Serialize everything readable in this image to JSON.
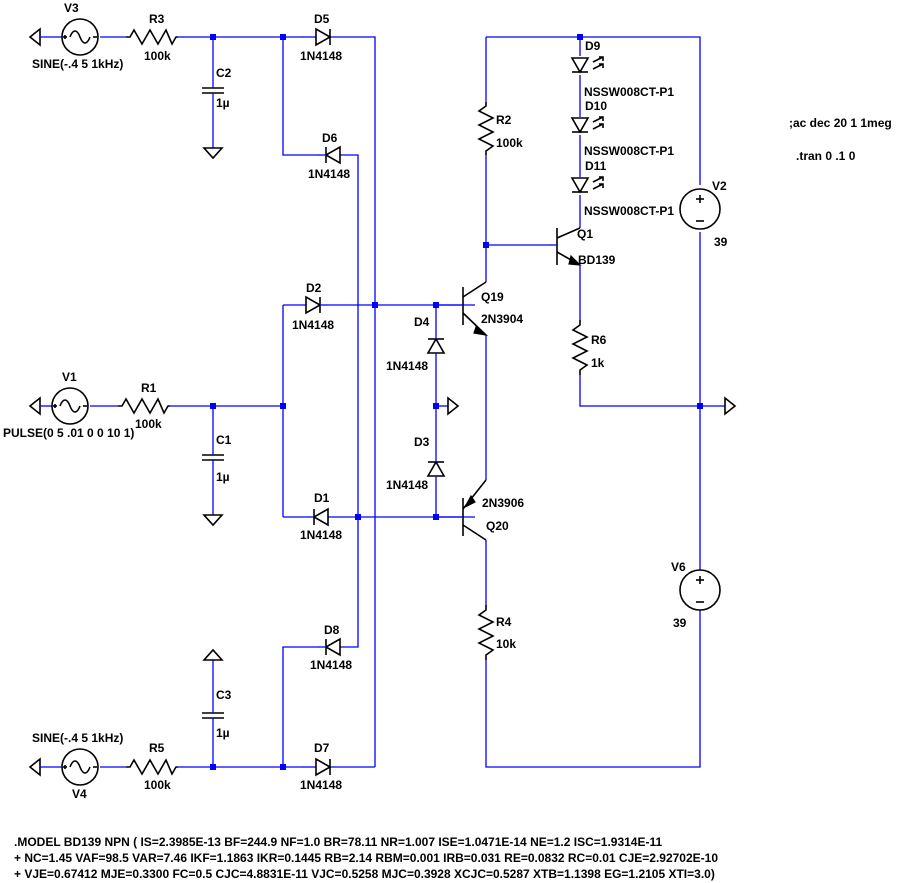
{
  "sources": {
    "v3": {
      "name": "V3",
      "value": "SINE(-.4 5 1kHz)"
    },
    "v1": {
      "name": "V1",
      "value": "PULSE(0 5 .01 0 0 10 1)"
    },
    "v4": {
      "name": "V4",
      "value": "SINE(-.4 5 1kHz)"
    },
    "v2": {
      "name": "V2",
      "value": "39"
    },
    "v6": {
      "name": "V6",
      "value": "39"
    }
  },
  "resistors": {
    "r3": {
      "name": "R3",
      "value": "100k"
    },
    "r1": {
      "name": "R1",
      "value": "100k"
    },
    "r5": {
      "name": "R5",
      "value": "100k"
    },
    "r2": {
      "name": "R2",
      "value": "100k"
    },
    "r6": {
      "name": "R6",
      "value": "1k"
    },
    "r4": {
      "name": "R4",
      "value": "10k"
    }
  },
  "capacitors": {
    "c2": {
      "name": "C2",
      "value": "1µ"
    },
    "c1": {
      "name": "C1",
      "value": "1µ"
    },
    "c3": {
      "name": "C3",
      "value": "1µ"
    }
  },
  "diodes": {
    "d5": {
      "name": "D5",
      "value": "1N4148"
    },
    "d6": {
      "name": "D6",
      "value": "1N4148"
    },
    "d2": {
      "name": "D2",
      "value": "1N4148"
    },
    "d1": {
      "name": "D1",
      "value": "1N4148"
    },
    "d8": {
      "name": "D8",
      "value": "1N4148"
    },
    "d7": {
      "name": "D7",
      "value": "1N4148"
    },
    "d4": {
      "name": "D4",
      "value": "1N4148"
    },
    "d3": {
      "name": "D3",
      "value": "1N4148"
    }
  },
  "leds": {
    "d9": {
      "name": "D9",
      "value": "NSSW008CT-P1"
    },
    "d10": {
      "name": "D10",
      "value": "NSSW008CT-P1"
    },
    "d11": {
      "name": "D11",
      "value": "NSSW008CT-P1"
    }
  },
  "transistors": {
    "q1": {
      "name": "Q1",
      "value": "BD139"
    },
    "q19": {
      "name": "Q19",
      "value": "2N3904"
    },
    "q20": {
      "name": "Q20",
      "value": "2N3906"
    }
  },
  "directives": {
    "ac": ";ac dec 20 1 1meg",
    "tran": ".tran 0 .1 0"
  },
  "model_text": [
    ".MODEL BD139 NPN ( IS=2.3985E-13 BF=244.9 NF=1.0 BR=78.11 NR=1.007 ISE=1.0471E-14 NE=1.2 ISC=1.9314E-11",
    "+ NC=1.45 VAF=98.5 VAR=7.46 IKF=1.1863 IKR=0.1445 RB=2.14 RBM=0.001 IRB=0.031 RE=0.0832 RC=0.01 CJE=2.92702E-10",
    "+ VJE=0.67412 MJE=0.3300 FC=0.5 CJC=4.8831E-11 VJC=0.5258 MJC=0.3928 XCJC=0.5287 XTB=1.1398 EG=1.2105 XTI=3.0)"
  ],
  "colors": {
    "wire": "#0000ff",
    "component": "#000000",
    "background": "#ffffff"
  }
}
